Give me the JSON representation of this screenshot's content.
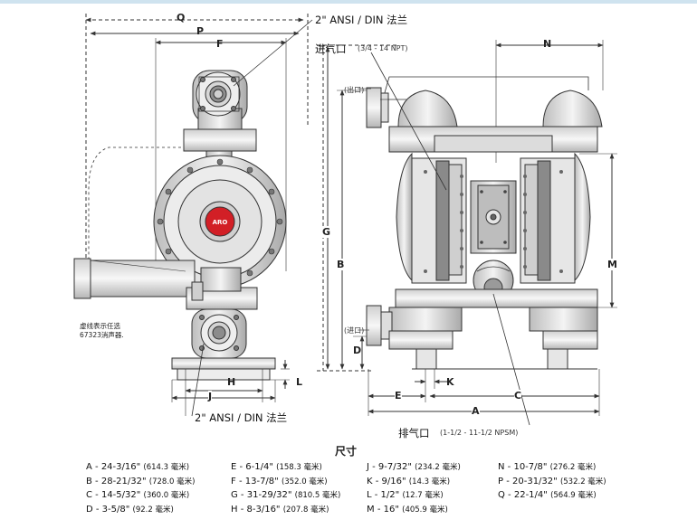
{
  "labels": {
    "flange_top": "2\" ANSI / DIN 法兰",
    "flange_bottom": "2\" ANSI / DIN 法兰",
    "inlet_air": "进气口",
    "inlet_air_size": "(3/4 - 14 NPT)",
    "outlet": "(出口)",
    "inlet": "(进口)",
    "exhaust": "排气口",
    "exhaust_size": "(1-1/2 - 11-1/2 NPSM)",
    "note": "虚线表示任选\n67323消声器.",
    "logo": "ARO",
    "dims_title": "尺寸"
  },
  "dim_letters": {
    "Q": "Q",
    "P": "P",
    "F": "F",
    "N": "N",
    "G": "G",
    "B": "B",
    "M": "M",
    "D": "D",
    "H": "H",
    "J": "J",
    "L": "L",
    "E": "E",
    "K": "K",
    "A": "A",
    "C": "C"
  },
  "dimensions": [
    [
      {
        "code": "A",
        "inch": "24-3/16\"",
        "mm": "(614.3 毫米)"
      },
      {
        "code": "B",
        "inch": "28-21/32\"",
        "mm": "(728.0 毫米)"
      },
      {
        "code": "C",
        "inch": "14-5/32\"",
        "mm": "(360.0 毫米)"
      },
      {
        "code": "D",
        "inch": "3-5/8\"",
        "mm": "(92.2 毫米)"
      }
    ],
    [
      {
        "code": "E",
        "inch": "6-1/4\"",
        "mm": "(158.3 毫米)"
      },
      {
        "code": "F",
        "inch": "13-7/8\"",
        "mm": "(352.0 毫米)"
      },
      {
        "code": "G",
        "inch": "31-29/32\"",
        "mm": "(810.5 毫米)"
      },
      {
        "code": "H",
        "inch": "8-3/16\"",
        "mm": "(207.8 毫米)"
      }
    ],
    [
      {
        "code": "J",
        "inch": "9-7/32\"",
        "mm": "(234.2 毫米)"
      },
      {
        "code": "K",
        "inch": "9/16\"",
        "mm": "(14.3 毫米)"
      },
      {
        "code": "L",
        "inch": "1/2\"",
        "mm": "(12.7 毫米)"
      },
      {
        "code": "M",
        "inch": "16\"",
        "mm": "(405.9 毫米)"
      }
    ],
    [
      {
        "code": "N",
        "inch": "10-7/8\"",
        "mm": "(276.2 毫米)"
      },
      {
        "code": "P",
        "inch": "20-31/32\"",
        "mm": "(532.2 毫米)"
      },
      {
        "code": "Q",
        "inch": "22-1/4\"",
        "mm": "(564.9 毫米)"
      }
    ]
  ],
  "colors": {
    "line": "#333333",
    "body_fill": "#e9e9e9",
    "dark": "#555555",
    "logo": "#d21f26"
  }
}
